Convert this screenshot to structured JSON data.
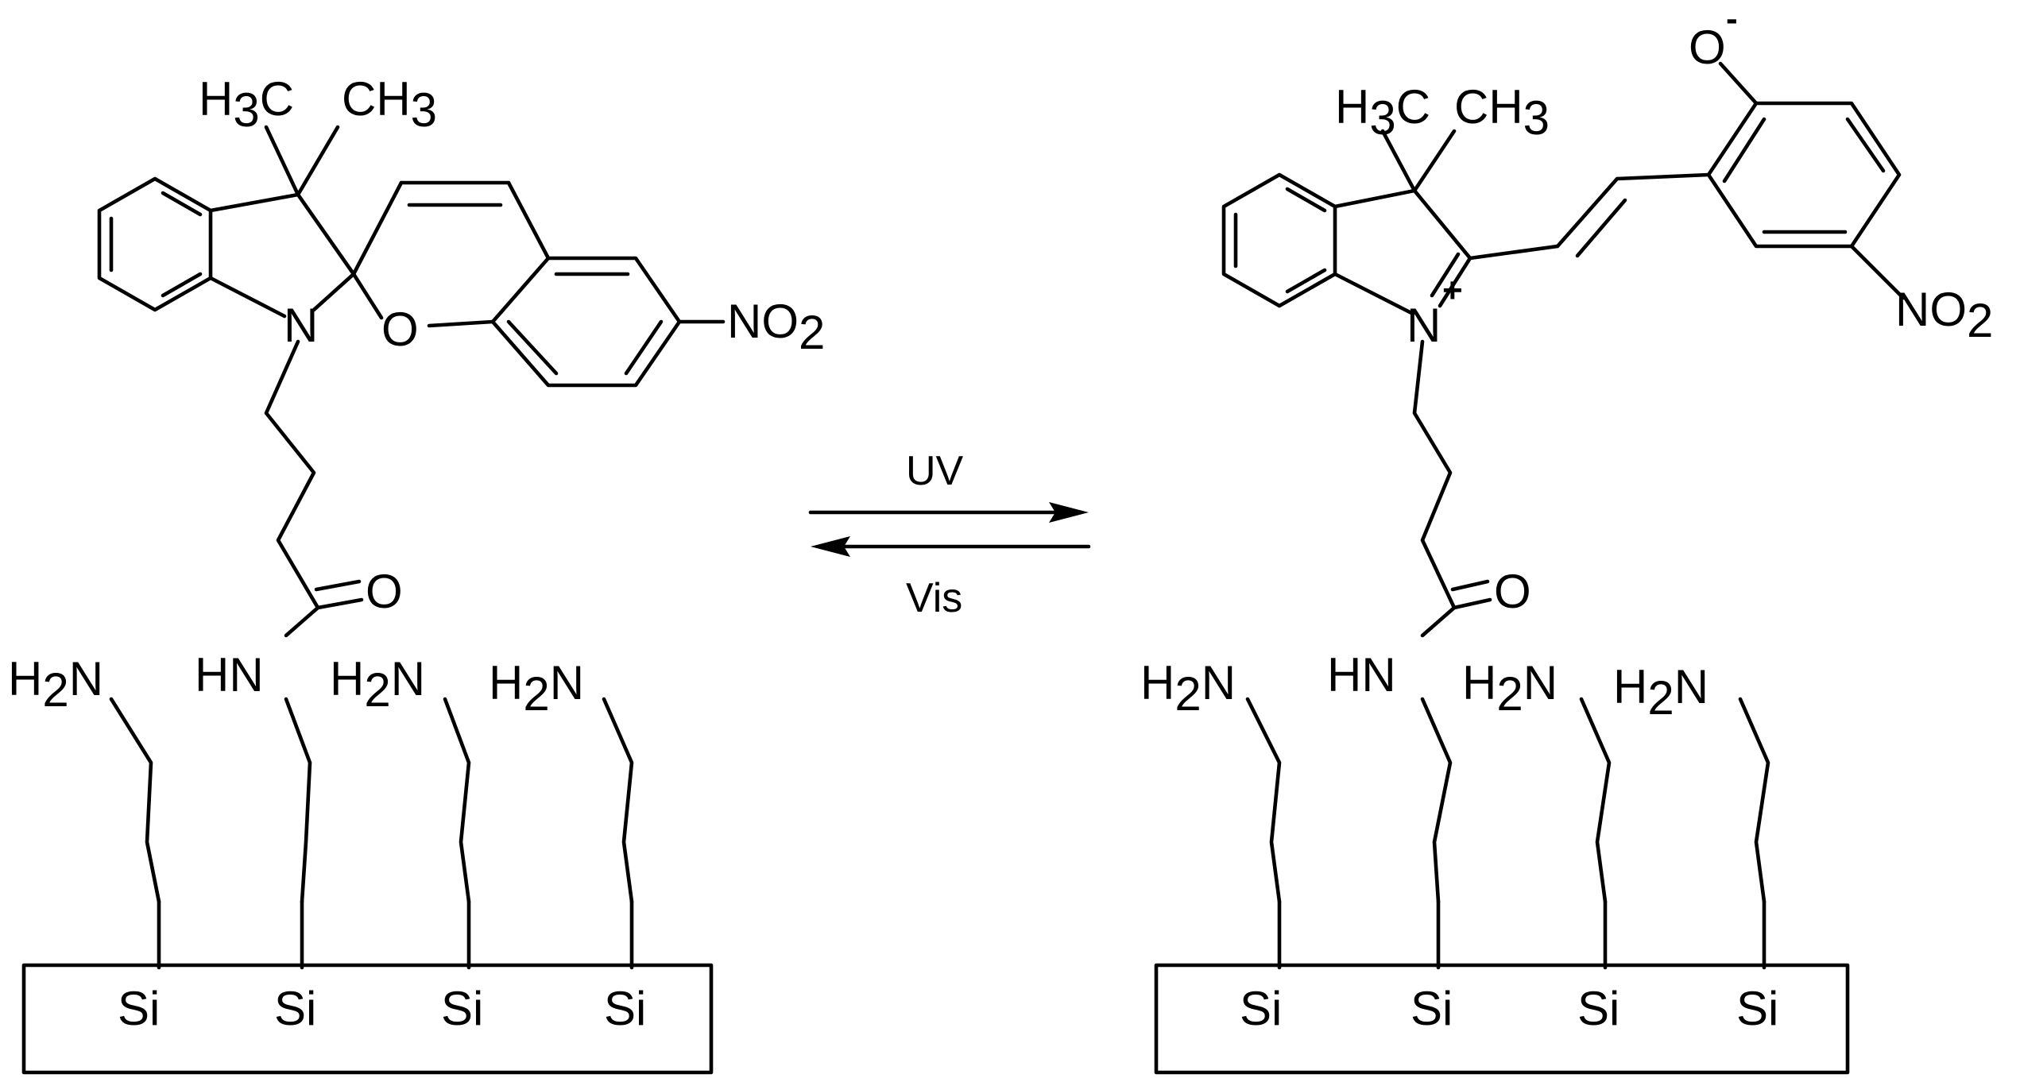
{
  "reaction": {
    "forward_condition": "UV",
    "reverse_condition": "Vis"
  },
  "spiropyran": {
    "methyl_left": {
      "main": "H",
      "sub": "3",
      "tail": "C"
    },
    "methyl_right": {
      "main": "CH",
      "sub": "3"
    },
    "ring_nitrogen": "N",
    "ring_oxygen": "O",
    "nitro": {
      "main": "NO",
      "sub": "2"
    },
    "carbonyl_oxygen": "O",
    "amide": "HN",
    "amines": [
      {
        "main": "H",
        "sub": "2",
        "tail": "N"
      },
      {
        "main": "H",
        "sub": "2",
        "tail": "N"
      },
      {
        "main": "H",
        "sub": "2",
        "tail": "N"
      }
    ],
    "silicons": [
      "Si",
      "Si",
      "Si",
      "Si"
    ]
  },
  "merocyanine": {
    "methyl_left": {
      "main": "H",
      "sub": "3",
      "tail": "C"
    },
    "methyl_right": {
      "main": "CH",
      "sub": "3"
    },
    "ring_nitrogen": "N",
    "nitrogen_charge": "+",
    "phenolate_oxygen": "O",
    "phenolate_charge": "-",
    "nitro": {
      "main": "NO",
      "sub": "2"
    },
    "carbonyl_oxygen": "O",
    "amide": "HN",
    "amines": [
      {
        "main": "H",
        "sub": "2",
        "tail": "N"
      },
      {
        "main": "H",
        "sub": "2",
        "tail": "N"
      },
      {
        "main": "H",
        "sub": "2",
        "tail": "N"
      }
    ],
    "silicons": [
      "Si",
      "Si",
      "Si",
      "Si"
    ]
  }
}
